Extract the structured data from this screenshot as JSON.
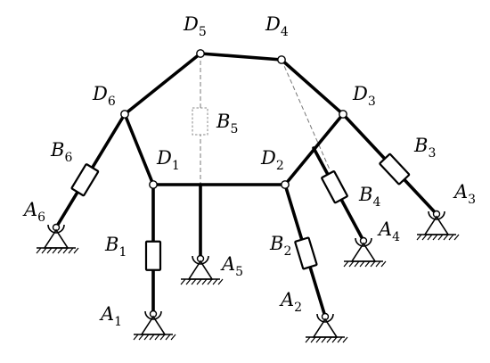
{
  "labels": {
    "D1": {
      "main": "D",
      "sub": "1"
    },
    "D2": {
      "main": "D",
      "sub": "2"
    },
    "D3": {
      "main": "D",
      "sub": "3"
    },
    "D4": {
      "main": "D",
      "sub": "4"
    },
    "D5": {
      "main": "D",
      "sub": "5"
    },
    "D6": {
      "main": "D",
      "sub": "6"
    },
    "B1": {
      "main": "B",
      "sub": "1"
    },
    "B2": {
      "main": "B",
      "sub": "2"
    },
    "B3": {
      "main": "B",
      "sub": "3"
    },
    "B4": {
      "main": "B",
      "sub": "4"
    },
    "B5": {
      "main": "B",
      "sub": "5"
    },
    "B6": {
      "main": "B",
      "sub": "6"
    },
    "A1": {
      "main": "A",
      "sub": "1"
    },
    "A2": {
      "main": "A",
      "sub": "2"
    },
    "A3": {
      "main": "A",
      "sub": "3"
    },
    "A4": {
      "main": "A",
      "sub": "4"
    },
    "A5": {
      "main": "A",
      "sub": "5"
    },
    "A6": {
      "main": "A",
      "sub": "6"
    }
  }
}
